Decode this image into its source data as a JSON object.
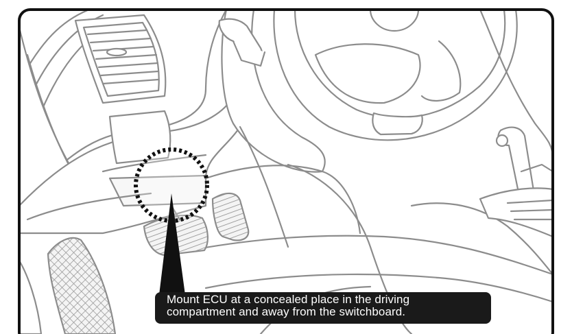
{
  "caption": {
    "line1": "Mount ECU at a concealed place in the driving",
    "line2": "compartment and away from the switchboard."
  },
  "colors": {
    "frame": "#111111",
    "outline": "#8c8c8c",
    "fill_light": "#f2f2f2",
    "callout_bg": "#1a1a1a",
    "callout_text": "#ffffff",
    "marker": "#111111"
  },
  "icons": [
    "dashed-circle-marker",
    "pointer-wedge"
  ]
}
